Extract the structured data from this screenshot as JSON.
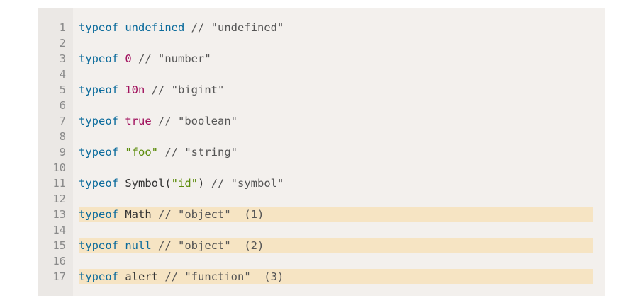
{
  "colors": {
    "keyword": "#0b6b9c",
    "number": "#a1115d",
    "string": "#5b8c0a",
    "comment": "#555555",
    "highlight": "#f6e4c3",
    "background": "#f3f0ed"
  },
  "lines": [
    {
      "n": "1",
      "highlight": false,
      "tokens": [
        {
          "t": "typeof",
          "c": "kw"
        },
        {
          "t": " ",
          "c": "plain"
        },
        {
          "t": "undefined",
          "c": "kw"
        },
        {
          "t": " // \"undefined\"",
          "c": "cm"
        }
      ]
    },
    {
      "n": "2",
      "highlight": false,
      "tokens": []
    },
    {
      "n": "3",
      "highlight": false,
      "tokens": [
        {
          "t": "typeof",
          "c": "kw"
        },
        {
          "t": " ",
          "c": "plain"
        },
        {
          "t": "0",
          "c": "num-lit"
        },
        {
          "t": " // \"number\"",
          "c": "cm"
        }
      ]
    },
    {
      "n": "4",
      "highlight": false,
      "tokens": []
    },
    {
      "n": "5",
      "highlight": false,
      "tokens": [
        {
          "t": "typeof",
          "c": "kw"
        },
        {
          "t": " ",
          "c": "plain"
        },
        {
          "t": "10n",
          "c": "num-lit"
        },
        {
          "t": " // \"bigint\"",
          "c": "cm"
        }
      ]
    },
    {
      "n": "6",
      "highlight": false,
      "tokens": []
    },
    {
      "n": "7",
      "highlight": false,
      "tokens": [
        {
          "t": "typeof",
          "c": "kw"
        },
        {
          "t": " ",
          "c": "plain"
        },
        {
          "t": "true",
          "c": "num-lit"
        },
        {
          "t": " // \"boolean\"",
          "c": "cm"
        }
      ]
    },
    {
      "n": "8",
      "highlight": false,
      "tokens": []
    },
    {
      "n": "9",
      "highlight": false,
      "tokens": [
        {
          "t": "typeof",
          "c": "kw"
        },
        {
          "t": " ",
          "c": "plain"
        },
        {
          "t": "\"foo\"",
          "c": "str"
        },
        {
          "t": " // \"string\"",
          "c": "cm"
        }
      ]
    },
    {
      "n": "10",
      "highlight": false,
      "tokens": []
    },
    {
      "n": "11",
      "highlight": false,
      "tokens": [
        {
          "t": "typeof",
          "c": "kw"
        },
        {
          "t": " Symbol(",
          "c": "plain"
        },
        {
          "t": "\"id\"",
          "c": "str"
        },
        {
          "t": ")",
          "c": "plain"
        },
        {
          "t": " // \"symbol\"",
          "c": "cm"
        }
      ]
    },
    {
      "n": "12",
      "highlight": false,
      "tokens": []
    },
    {
      "n": "13",
      "highlight": true,
      "tokens": [
        {
          "t": "typeof",
          "c": "kw"
        },
        {
          "t": " Math",
          "c": "plain"
        },
        {
          "t": " // \"object\"  (1)",
          "c": "cm"
        }
      ]
    },
    {
      "n": "14",
      "highlight": false,
      "tokens": []
    },
    {
      "n": "15",
      "highlight": true,
      "tokens": [
        {
          "t": "typeof",
          "c": "kw"
        },
        {
          "t": " ",
          "c": "plain"
        },
        {
          "t": "null",
          "c": "kw"
        },
        {
          "t": " // \"object\"  (2)",
          "c": "cm"
        }
      ]
    },
    {
      "n": "16",
      "highlight": false,
      "tokens": []
    },
    {
      "n": "17",
      "highlight": true,
      "tokens": [
        {
          "t": "typeof",
          "c": "kw"
        },
        {
          "t": " alert",
          "c": "plain"
        },
        {
          "t": " // \"function\"  (3)",
          "c": "cm"
        }
      ]
    }
  ]
}
